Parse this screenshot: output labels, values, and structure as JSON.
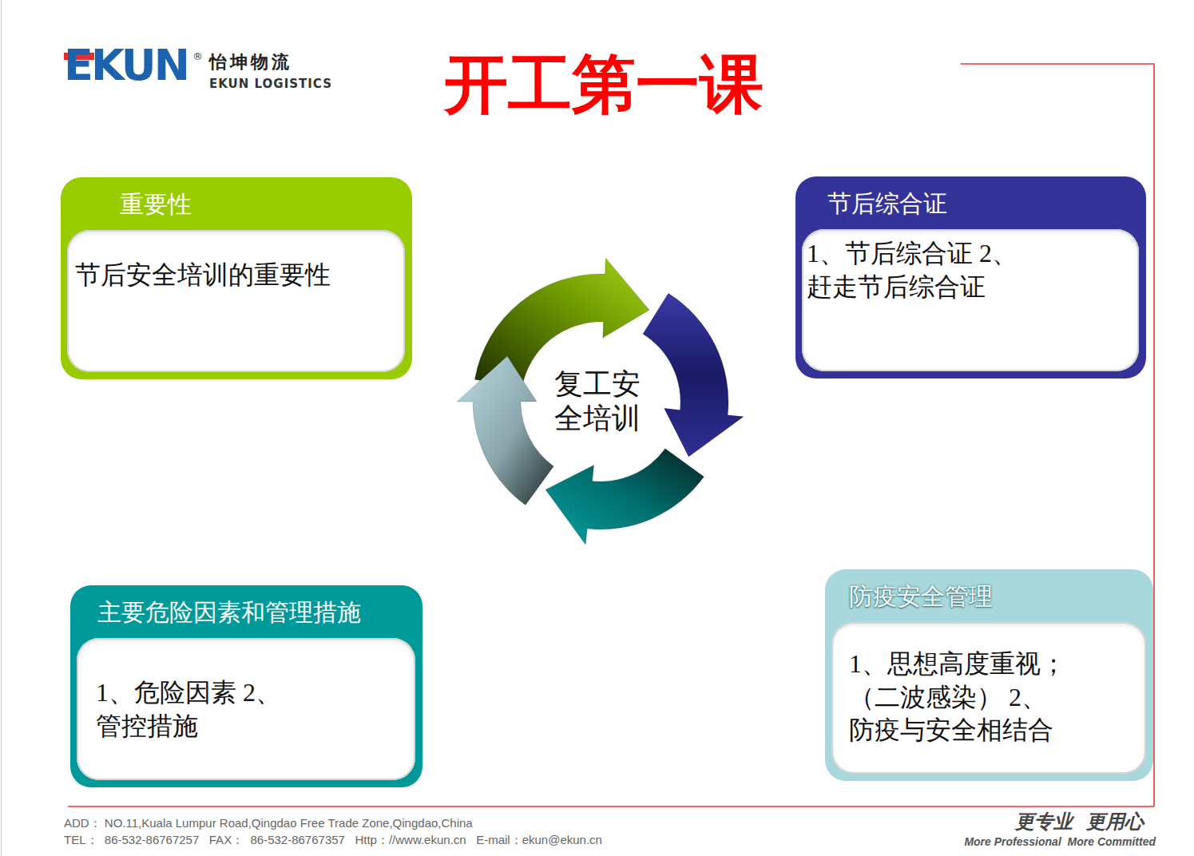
{
  "diagram": {
    "title": "开工第一课",
    "nodes": [
      {
        "text": [
          "重要性",
          "节后安全培训的重要性"
        ]
      },
      {
        "text": [
          "节后综合证",
          "1、节后综合证 2、赶走节后综合证"
        ]
      },
      {
        "text": [
          "复工安 全培训"
        ]
      },
      {
        "text": [
          "主要危险因素和管理措施",
          "1、危险因素 2、管控措施"
        ]
      },
      {
        "text": [
          "防疫安全管理",
          "1、思想高度重视； （二波感染） 2、防疫与安全相结合"
        ]
      }
    ],
    "labels": [
      "EKUN",
      "®",
      "怡坤物流",
      "EKUN LOGISTICS",
      "ADD： NO.11,Kuala Lumpur Road,Qingdao Free Trade Zone,Qingdao,China",
      "TEL：  86-532-86767257   FAX：  86-532-86767357   Http：//www.ekun.cn   E-mail：ekun@ekun.cn",
      "更专业  更用心",
      "More Professional  More Committed"
    ]
  }
}
